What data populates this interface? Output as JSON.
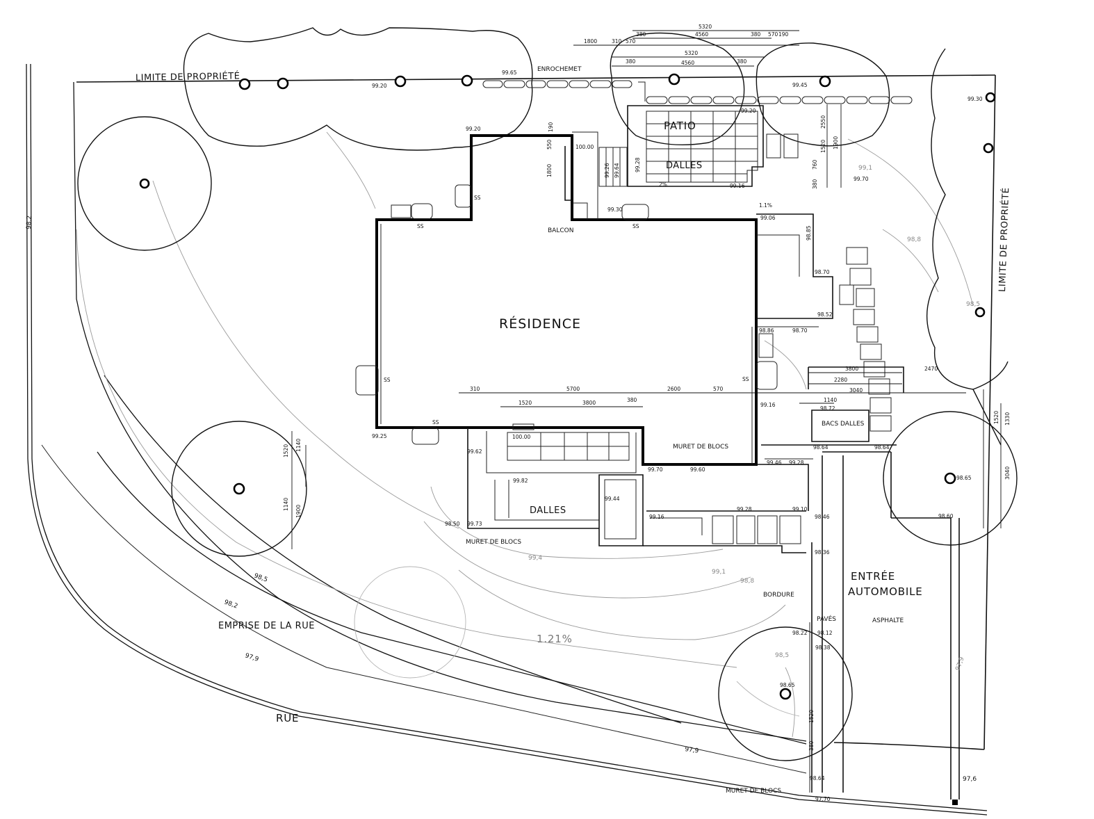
{
  "labels": {
    "residence": "RÉSIDENCE",
    "patio": "PATIO",
    "dalles_patio": "DALLES",
    "dalles_front": "DALLES",
    "balcon": "BALCON",
    "enrochement": "ENROCHEMET",
    "limite_top": "LIMITE DE PROPRIÉTÉ",
    "limite_right": "LIMITE DE PROPRIÉTÉ",
    "muret_blocs_1": "MURET DE BLOCS",
    "muret_blocs_2": "MURET DE BLOCS",
    "muret_blocs_3": "MURET DE BLOCS",
    "bacs_dalles": "BACS DALLES",
    "entree_1": "ENTRÉE",
    "entree_2": "AUTOMOBILE",
    "asphalte": "ASPHALTE",
    "bordure": "BORDURE",
    "paves": "PAVÉS",
    "emprise": "EMPRISE DE LA RUE",
    "rue": "RUE",
    "slope_front": "1.21%",
    "slope_patio": "2%",
    "slope_side": "1.1%"
  },
  "contours": [
    "98,2",
    "98,5",
    "98,2",
    "97,9",
    "97,9",
    "97,6",
    "97,9",
    "98,8",
    "98,5",
    "99,1",
    "99,4",
    "99,1",
    "98,8",
    "98,5"
  ],
  "elevations": {
    "e1": "99.20",
    "e2": "99.65",
    "e3": "99.20",
    "e4": "99.45",
    "e5": "99.30",
    "e6": "99.20",
    "e7": "99.16",
    "e8": "99.30",
    "e9": "99.06",
    "e10": "98.70",
    "e11": "98.52",
    "e12": "98.86",
    "e13": "98.70",
    "e14": "99.16",
    "e15": "98.72",
    "e16": "99.25",
    "e17": "99.62",
    "e18": "100.00",
    "e19": "99.70",
    "e20": "99.60",
    "e21": "99.46",
    "e22": "99.28",
    "e23": "98.64",
    "e24": "98.64",
    "e25": "98.65",
    "e26": "99.82",
    "e27": "99.44",
    "e28": "99.16",
    "e29": "98.50",
    "e30": "99.73",
    "e31": "99.28",
    "e32": "99.10",
    "e33": "98.46",
    "e34": "98.36",
    "e35": "98.60",
    "e36": "98.22",
    "e37": "98.12",
    "e38": "98.38",
    "e39": "98.65",
    "e40": "98.64",
    "e41": "97.70",
    "e42": "99.70",
    "e43": "100.00",
    "e44": "98.85",
    "e45": "99.26",
    "e46": "99.64",
    "e47": "99.28"
  },
  "dims": {
    "d1": "5320",
    "d2": "4560",
    "d3": "380",
    "d4": "380",
    "d5": "570",
    "d6": "190",
    "d7": "1800",
    "d8": "310",
    "d9": "570",
    "d10": "5320",
    "d11": "4560",
    "d12": "380",
    "d13": "380",
    "d14": "310",
    "d15": "5700",
    "d16": "1520",
    "d17": "3800",
    "d18": "380",
    "d19": "2600",
    "d20": "570",
    "d21": "3800",
    "d22": "2280",
    "d23": "3040",
    "d24": "2470",
    "d25": "1140",
    "d26": "1520",
    "d27": "1140",
    "d28": "1900",
    "d29": "1140",
    "d30": "3040",
    "d31": "1330",
    "d32": "1520",
    "d33": "2550",
    "d34": "1900",
    "d35": "1520",
    "d36": "380",
    "d37": "760",
    "d38": "190",
    "d39": "550",
    "d40": "1800",
    "d41": "1520",
    "d42": "380"
  },
  "symbols": {
    "ss": "SS"
  }
}
